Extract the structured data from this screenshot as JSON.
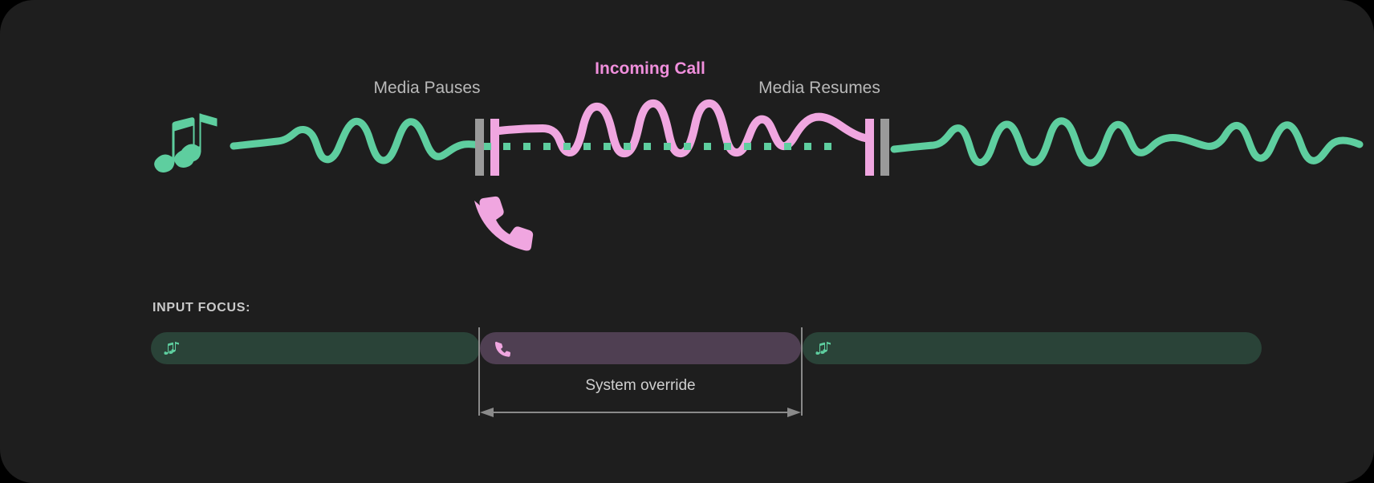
{
  "card": {
    "background": "#1e1e1e",
    "page_background": "#000000"
  },
  "timeline": {
    "labels": {
      "media_pauses": "Media Pauses",
      "incoming_call": "Incoming Call",
      "media_resumes": "Media Resumes"
    },
    "icons": {
      "music": "music-notes-icon",
      "phone": "phone-icon"
    },
    "colors": {
      "media_wave": "#5ece9f",
      "call_wave": "#f0a6e0",
      "marker_gray": "#9a9a9a",
      "marker_pink": "#f0a6e0",
      "dots": "#5ece9f",
      "label_text": "#b9b9b9",
      "call_label_text": "#f08fdc"
    }
  },
  "input_focus": {
    "heading": "INPUT FOCUS:",
    "tracks": [
      {
        "name": "media-1",
        "icon": "music-notes-icon",
        "color": "#2a4338",
        "icon_color": "#5ece9f"
      },
      {
        "name": "call",
        "icon": "phone-icon",
        "color": "#4f3f52",
        "icon_color": "#f0a6e0"
      },
      {
        "name": "media-2",
        "icon": "music-notes-icon",
        "color": "#2a4338",
        "icon_color": "#5ece9f"
      }
    ],
    "override": {
      "label": "System override",
      "arrow_color": "#8a8a8a"
    }
  }
}
